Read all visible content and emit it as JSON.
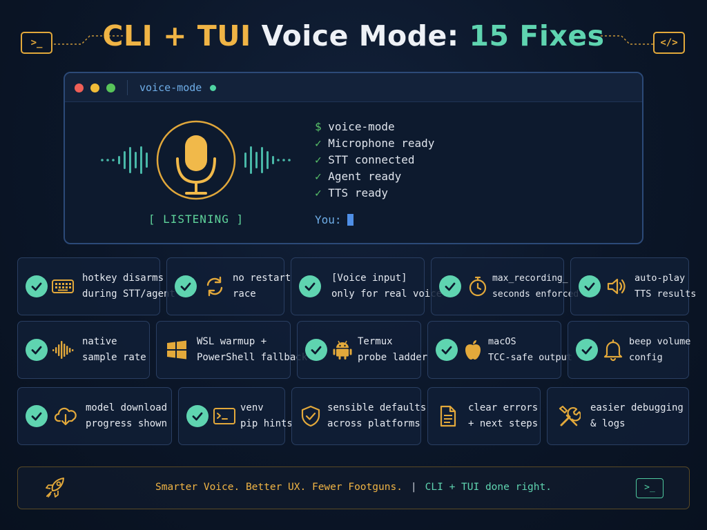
{
  "header": {
    "title_part1": "CLI + TUI",
    "title_part2": "Voice Mode:",
    "title_part3": "15 Fixes",
    "left_badge": ">_",
    "right_badge": "</>"
  },
  "terminal": {
    "tab_name": "voice-mode",
    "status_label": "[ LISTENING ]",
    "prompt_symbol": "$",
    "command": "voice-mode",
    "checks": [
      {
        "mark": "✓",
        "text": "Microphone ready"
      },
      {
        "mark": "✓",
        "text": "STT connected"
      },
      {
        "mark": "✓",
        "text": "Agent ready"
      },
      {
        "mark": "✓",
        "text": "TTS ready"
      }
    ],
    "you_label": "You:"
  },
  "fixes": [
    {
      "icon": "keyboard-icon",
      "checked": true,
      "lines": [
        "hotkey disarms",
        "during STT/agent"
      ]
    },
    {
      "icon": "refresh-icon",
      "checked": true,
      "lines": [
        "no restart",
        "race"
      ]
    },
    {
      "icon": "",
      "checked": true,
      "lines": [
        "[Voice input]",
        "only for real voice"
      ]
    },
    {
      "icon": "stopwatch-icon",
      "checked": true,
      "lines": [
        "max_recording_",
        "seconds enforced"
      ]
    },
    {
      "icon": "speaker-icon",
      "checked": true,
      "lines": [
        "auto-play",
        "TTS results"
      ]
    },
    {
      "icon": "waveform-icon",
      "checked": true,
      "lines": [
        "native",
        "sample rate"
      ]
    },
    {
      "icon": "windows-icon",
      "checked": false,
      "lines": [
        "WSL warmup +",
        "PowerShell fallback"
      ]
    },
    {
      "icon": "android-icon",
      "checked": true,
      "lines": [
        "Termux",
        "probe ladder"
      ]
    },
    {
      "icon": "apple-icon",
      "checked": true,
      "lines": [
        "macOS",
        "TCC-safe output"
      ]
    },
    {
      "icon": "bell-icon",
      "checked": true,
      "lines": [
        "beep volume",
        "config"
      ]
    },
    {
      "icon": "cloud-download-icon",
      "checked": true,
      "lines": [
        "model download",
        "progress shown"
      ]
    },
    {
      "icon": "terminal-icon",
      "checked": true,
      "lines": [
        "venv",
        "pip hints"
      ]
    },
    {
      "icon": "shield-check-icon",
      "checked": false,
      "lines": [
        "sensible defaults",
        "across platforms"
      ]
    },
    {
      "icon": "document-icon",
      "checked": false,
      "lines": [
        "clear errors",
        "+ next steps"
      ]
    },
    {
      "icon": "tools-icon",
      "checked": false,
      "lines": [
        "easier debugging",
        "& logs"
      ]
    }
  ],
  "footer": {
    "tagline_a": "Smarter Voice. Better UX. Fewer Footguns.",
    "separator": "|",
    "tagline_b": "CLI + TUI done right.",
    "terminal_badge": ">_"
  },
  "colors": {
    "background": "#0b1628",
    "gold": "#f0b445",
    "teal": "#5fd4b0",
    "terminal_green": "#59c46a",
    "blue": "#6faee8",
    "card_border": "#2a3f62"
  }
}
